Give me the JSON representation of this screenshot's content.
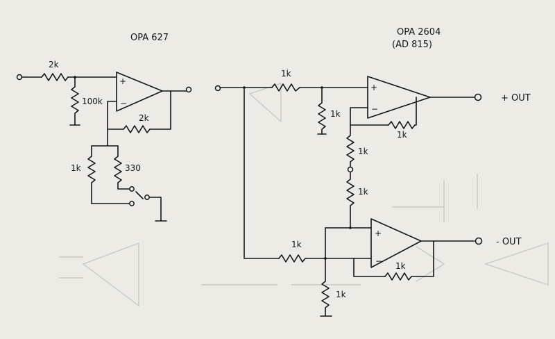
{
  "chips": {
    "left": "OPA 627",
    "right_line1": "OPA 2604",
    "right_line2": "(AD 815)"
  },
  "resistors": {
    "input": "2k",
    "shunt": "100k",
    "feedback_left": "2k",
    "gain_a": "1k",
    "gain_b": "330",
    "series_pos": "1k",
    "shunt_pos": "1k",
    "feedback_pos": "1k",
    "divider_top": "1k",
    "divider_bottom": "1k",
    "series_neg": "1k",
    "shunt_neg": "1k",
    "feedback_neg": "1k"
  },
  "opamp_signs": {
    "plus": "+",
    "minus": "−"
  },
  "outputs": {
    "positive": "+ OUT",
    "negative": "- OUT"
  }
}
